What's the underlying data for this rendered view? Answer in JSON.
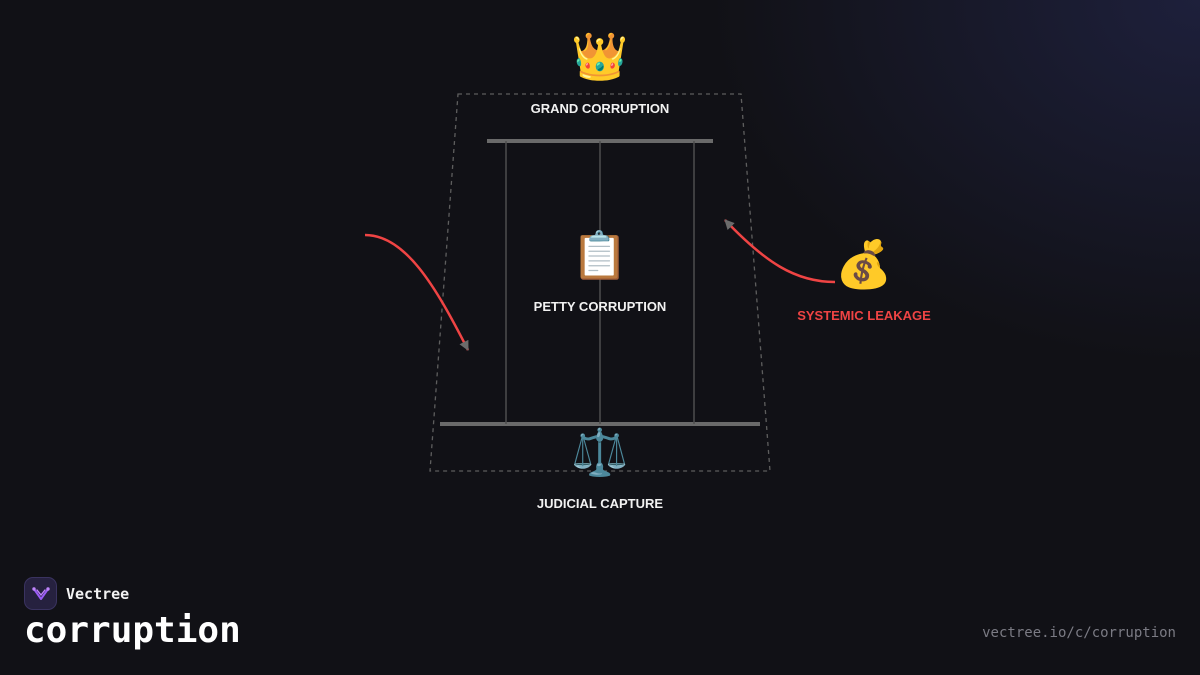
{
  "diagram": {
    "nodes": {
      "grand": {
        "icon": "👑",
        "icon_name": "crown-icon",
        "label": "GRAND CORRUPTION"
      },
      "petty": {
        "icon": "📋",
        "icon_name": "clipboard-icon",
        "label": "PETTY CORRUPTION"
      },
      "judicial": {
        "icon": "⚖️",
        "icon_name": "scales-icon",
        "label": "JUDICIAL CAPTURE"
      },
      "leakage": {
        "icon": "💰",
        "icon_name": "money-bag-icon",
        "label": "SYSTEMIC LEAKAGE"
      }
    },
    "colors": {
      "background": "#111116",
      "arrow": "#ef4444",
      "arrowhead": "#6b6b6b",
      "frame": "#666666",
      "leakage_label": "#ef4444"
    }
  },
  "brand": {
    "name": "Vectree",
    "logo_icon": "vectree-logo-icon"
  },
  "footer": {
    "title": "corruption",
    "url": "vectree.io/c/corruption"
  }
}
